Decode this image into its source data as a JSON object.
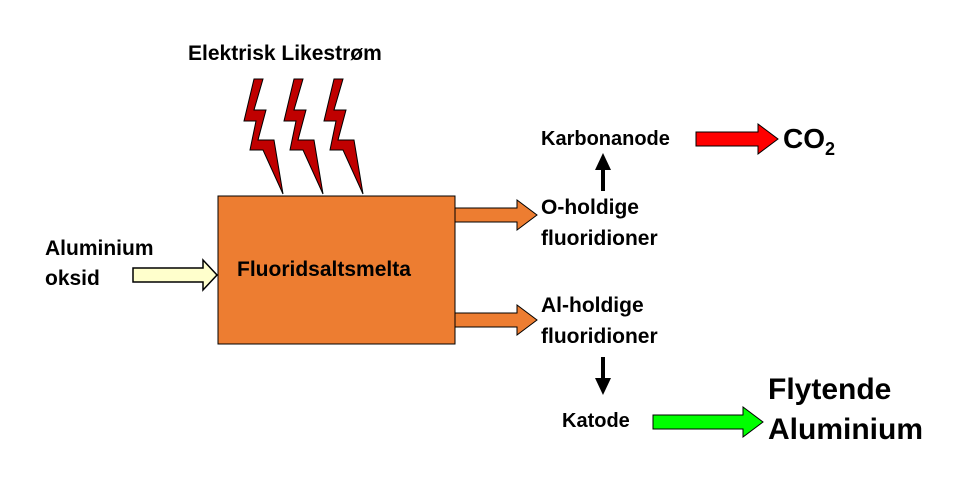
{
  "labels": {
    "power": "Elektrisk Likestrøm",
    "input_line1": "Aluminium",
    "input_line2": "oksid",
    "melt": "Fluoridsaltsmelta",
    "o_ions_line1": "O-holdige",
    "o_ions_line2": "fluoridioner",
    "al_ions_line1": "Al-holdige",
    "al_ions_line2": "fluoridioner",
    "anode": "Karbonanode",
    "co2_main": "CO",
    "co2_sub": "2",
    "cathode": "Katode",
    "product_line1": "Flytende",
    "product_line2": "Aluminium"
  },
  "colors": {
    "melt_box": "#ed7d31",
    "lightning": "#c00000",
    "input_arrow": "#ffffcc",
    "ion_arrows": "#ed7d31",
    "co2_arrow": "#ff0000",
    "aluminium_arrow": "#00ff00",
    "outline": "#000000"
  }
}
